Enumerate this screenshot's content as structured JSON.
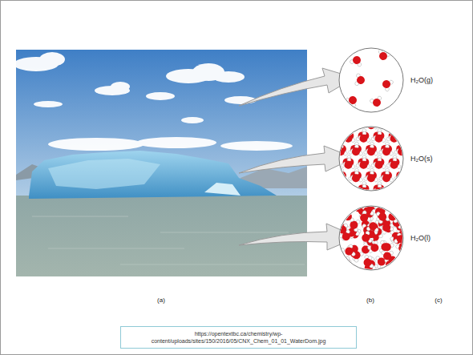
{
  "diagram": {
    "caption": "https://opentextbc.ca/chemistry/wp- content/uploads/sites/150/2016/05/CNX_Chem_01_01_WaterDom.jpg",
    "labels": [
      "H₂O(g)",
      "H₂O(s)",
      "H₂O(l)",
      "(a)",
      "(b)",
      "(c)"
    ]
  }
}
